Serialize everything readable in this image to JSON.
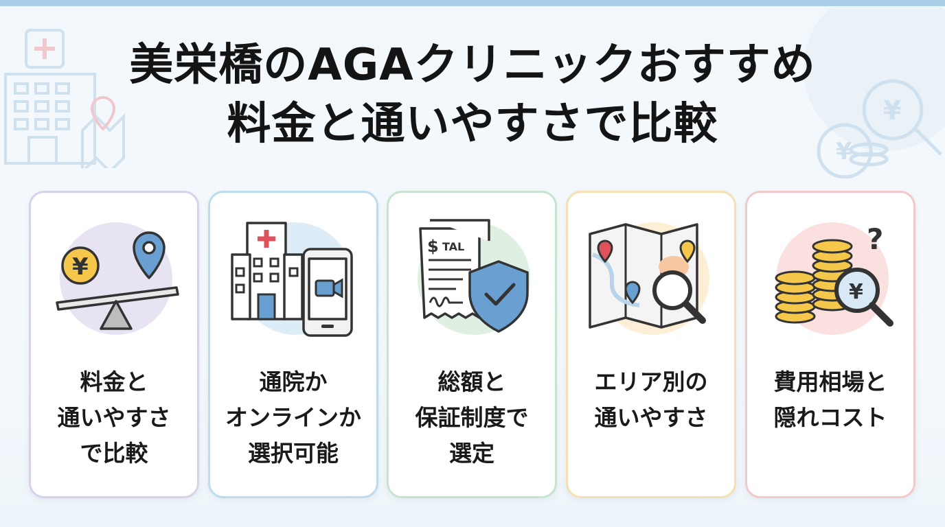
{
  "title": {
    "line1": "美栄橋のAGAクリニックおすすめ",
    "line2": "料金と通いやすさで比較"
  },
  "cards": [
    {
      "icon": "price-balance-icon",
      "lines": [
        "料金と",
        "通いやすさ",
        "で比較"
      ],
      "accent": "#e7e3f3"
    },
    {
      "icon": "clinic-online-icon",
      "lines": [
        "通院か",
        "オンラインか",
        "選択可能"
      ],
      "accent": "#dcedf7"
    },
    {
      "icon": "guarantee-shield-icon",
      "lines": [
        "総額と",
        "保証制度で",
        "選定"
      ],
      "accent": "#dff0e3"
    },
    {
      "icon": "area-map-icon",
      "lines": [
        "エリア別の",
        "通いやすさ"
      ],
      "accent": "#fcefd6"
    },
    {
      "icon": "hidden-cost-icon",
      "lines": [
        "費用相場と",
        "隠れコスト"
      ],
      "accent": "#fbe0e0"
    }
  ],
  "icon_text": {
    "yen": "¥",
    "receipt_label": "TAL",
    "dollar": "$",
    "question": "?"
  },
  "colors": {
    "title": "#141414",
    "yellow": "#f5c74a",
    "blue": "#6a9fd2",
    "red": "#e0525b",
    "outline": "#333333"
  }
}
